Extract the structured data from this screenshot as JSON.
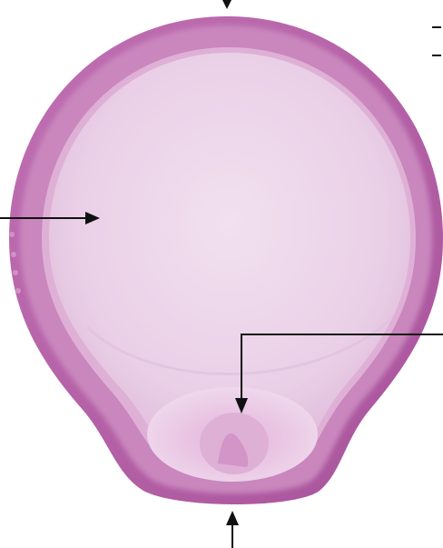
{
  "diagram": {
    "subject": "diaphragm-device",
    "colors": {
      "background": "#ffffff",
      "rim_outer": "#b65fa6",
      "rim_mid": "#cd88c0",
      "rim_inner": "#e0b2d6",
      "dome": "#edd3ea",
      "dome_center": "#f1e0ef",
      "arrow": "#111111"
    },
    "annotations": {
      "top_arrow": "pointer-arrow-down",
      "left_arrow": "pointer-arrow-right",
      "right_arrow": "pointer-arrow-elbow-down",
      "bottom_arrow": "pointer-arrow-up",
      "right_ticks": [
        "leader-tick",
        "leader-tick"
      ]
    }
  }
}
